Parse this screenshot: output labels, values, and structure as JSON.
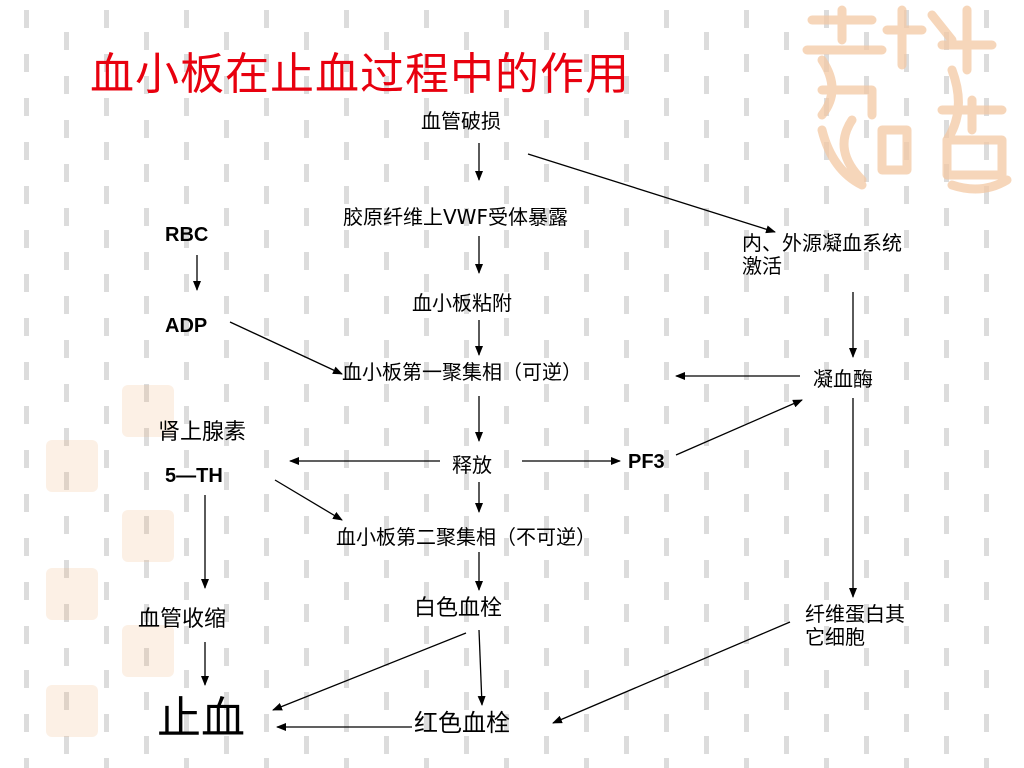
{
  "title": "血小板在止血过程中的作用",
  "nodes": {
    "vessel_damage": "血管破损",
    "collagen_vwf": "胶原纤维上VWF受体暴露",
    "coag_activation": "内、外源凝血系统激活",
    "rbc": "RBC",
    "adp": "ADP",
    "platelet_adhesion": "血小板粘附",
    "agg_phase1": "血小板第一聚集相（可逆）",
    "thrombin": "凝血酶",
    "epinephrine": "肾上腺素",
    "serotonin": "5—TH",
    "release": "释放",
    "pf3": "PF3",
    "agg_phase2": "血小板第二聚集相（不可逆）",
    "vasoconstriction": "血管收缩",
    "white_thrombus": "白色血栓",
    "fibrin_cells": "纤维蛋白其它细胞",
    "hemostasis": "止血",
    "red_thrombus": "红色血栓"
  },
  "edges": [
    [
      "vessel_damage",
      "collagen_vwf"
    ],
    [
      "vessel_damage",
      "coag_activation"
    ],
    [
      "collagen_vwf",
      "platelet_adhesion"
    ],
    [
      "platelet_adhesion",
      "agg_phase1"
    ],
    [
      "rbc",
      "adp"
    ],
    [
      "adp",
      "agg_phase1"
    ],
    [
      "coag_activation",
      "thrombin"
    ],
    [
      "thrombin",
      "agg_phase1"
    ],
    [
      "agg_phase1",
      "release"
    ],
    [
      "release",
      "serotonin"
    ],
    [
      "release",
      "pf3"
    ],
    [
      "pf3",
      "thrombin"
    ],
    [
      "release",
      "agg_phase2"
    ],
    [
      "serotonin",
      "agg_phase2"
    ],
    [
      "serotonin",
      "vasoconstriction"
    ],
    [
      "agg_phase2",
      "white_thrombus"
    ],
    [
      "thrombin",
      "fibrin_cells"
    ],
    [
      "vasoconstriction",
      "hemostasis"
    ],
    [
      "white_thrombus",
      "hemostasis"
    ],
    [
      "white_thrombus",
      "red_thrombus"
    ],
    [
      "fibrin_cells",
      "red_thrombus"
    ],
    [
      "red_thrombus",
      "hemostasis"
    ]
  ],
  "colors": {
    "title": "#e8000e",
    "arrows": "#000000",
    "background_dashes": "#dcdcdc",
    "seal": "#f0aa6e"
  },
  "decorations": {
    "watermark_seal": "吉祥如意"
  }
}
